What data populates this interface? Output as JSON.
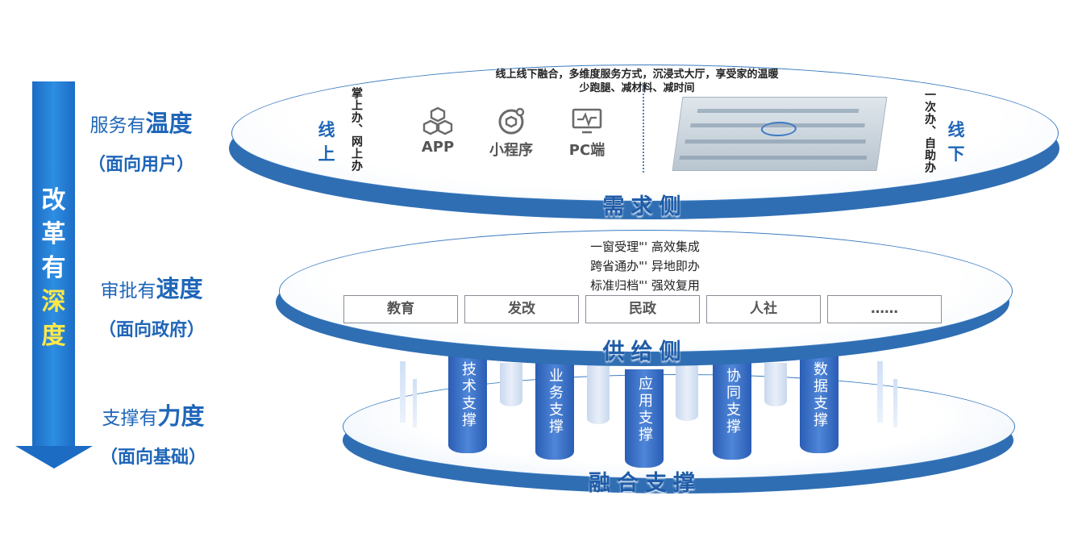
{
  "left_arrow": {
    "chars": [
      "改",
      "革",
      "有"
    ],
    "highlight_chars": [
      "深",
      "度"
    ]
  },
  "left_labels": [
    {
      "prefix": "服务有",
      "emphasis": "温度",
      "sub": "（面向用户）"
    },
    {
      "prefix": "审批有",
      "emphasis": "速度",
      "sub": "（面向政府）"
    },
    {
      "prefix": "支撑有",
      "emphasis": "力度",
      "sub": "（面向基础）"
    }
  ],
  "demand": {
    "title": "需求侧",
    "note_line1": "线上线下融合，多维度服务方式，沉浸式大厅，享受家的温暖",
    "note_line2": "少跑腿、减材料、减时间",
    "online_tag": "线上",
    "online_vertical": "掌上办、网上办",
    "channels": [
      {
        "icon": "cubes-icon",
        "label": "APP"
      },
      {
        "icon": "miniprogram-icon",
        "label": "小程序"
      },
      {
        "icon": "monitor-icon",
        "label": "PC端"
      }
    ],
    "offline_vertical": "一次办、自助办",
    "offline_tag": "线下"
  },
  "supply": {
    "title": "供给侧",
    "lines": [
      "一窗受理\"' 高效集成",
      "跨省通办\"' 异地即办",
      "标准归档\"' 强效复用"
    ],
    "departments": [
      "教育",
      "发改",
      "民政",
      "人社",
      "……"
    ]
  },
  "support": {
    "title": "融合支撑",
    "pillars": [
      "技术支撑",
      "业务支撑",
      "应用支撑",
      "协同支撑",
      "数据支撑"
    ]
  },
  "colors": {
    "brand_blue": "#1f66b8",
    "arrow_blue": "#1c6cc4",
    "highlight_yellow": "#ffe94a",
    "ring_blue": "#2f6eb3"
  }
}
